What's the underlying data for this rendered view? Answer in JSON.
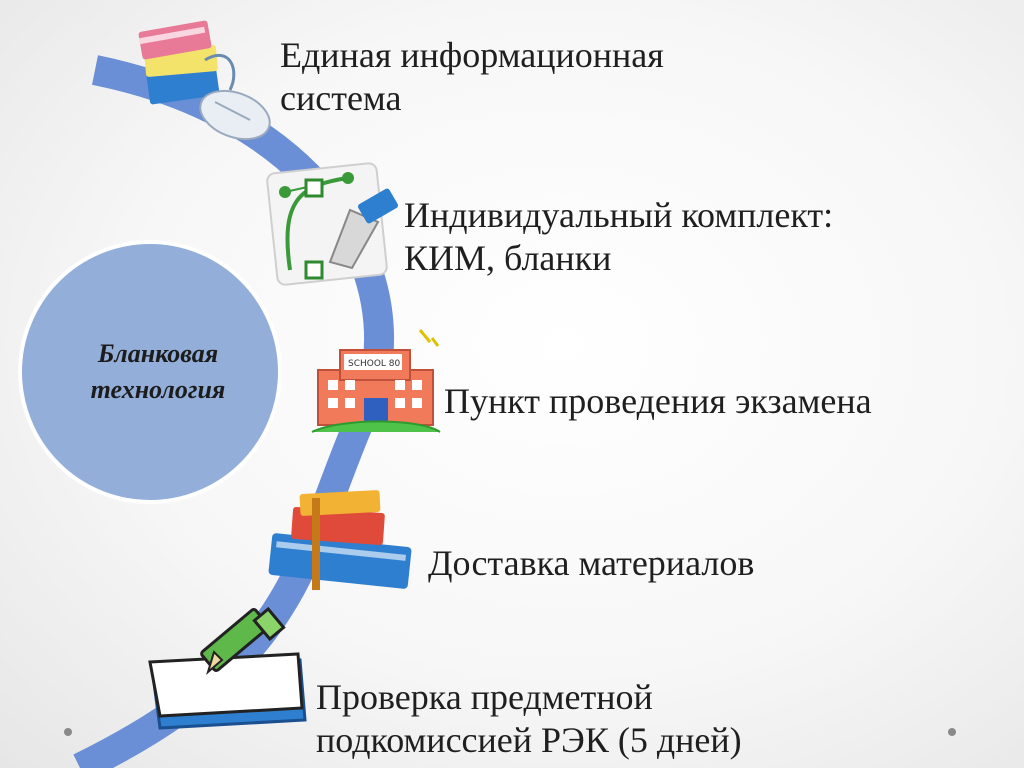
{
  "center": {
    "line1": "Бланковая",
    "line2": "технология",
    "fill": "#93aed9"
  },
  "arc_color": "#6a8fd6",
  "steps": [
    {
      "line1": "Единая информационная",
      "line2": "система",
      "icon": "books-and-mouse-icon"
    },
    {
      "line1": "Индивидуальный комплект:",
      "line2": "КИМ, бланки",
      "icon": "pen-tool-icon"
    },
    {
      "line1": "Пункт проведения экзамена",
      "line2": "",
      "icon": "school-building-icon"
    },
    {
      "line1": "Доставка материалов",
      "line2": "",
      "icon": "stacked-books-icon"
    },
    {
      "line1": "Проверка предметной",
      "line2": "подкомиссией РЭК (5 дней)",
      "icon": "pencil-and-notebook-icon"
    }
  ]
}
